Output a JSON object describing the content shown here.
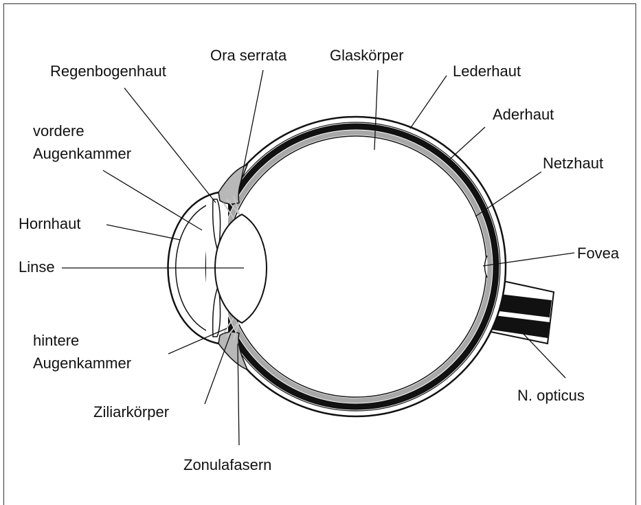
{
  "labels": {
    "ora_serrata": "Ora serrata",
    "glaskoerper": "Glaskörper",
    "regenbogenhaut": "Regenbogenhaut",
    "lederhaut": "Lederhaut",
    "aderhaut": "Aderhaut",
    "vordere_line1": "vordere",
    "vordere_line2": "Augenkammer",
    "netzhaut": "Netzhaut",
    "hornhaut": "Hornhaut",
    "linse": "Linse",
    "fovea": "Fovea",
    "hintere_line1": "hintere",
    "hintere_line2": "Augenkammer",
    "ziliarkoerper": "Ziliarkörper",
    "n_opticus": "N. opticus",
    "zonulafasern": "Zonulafasern"
  },
  "colors": {
    "line": "#111111",
    "choroid": "#111111",
    "retina_gray": "#a8a8a8",
    "ciliary_gray": "#b8b8b8",
    "zonula_gray": "#c8c8c8",
    "background": "#ffffff"
  }
}
